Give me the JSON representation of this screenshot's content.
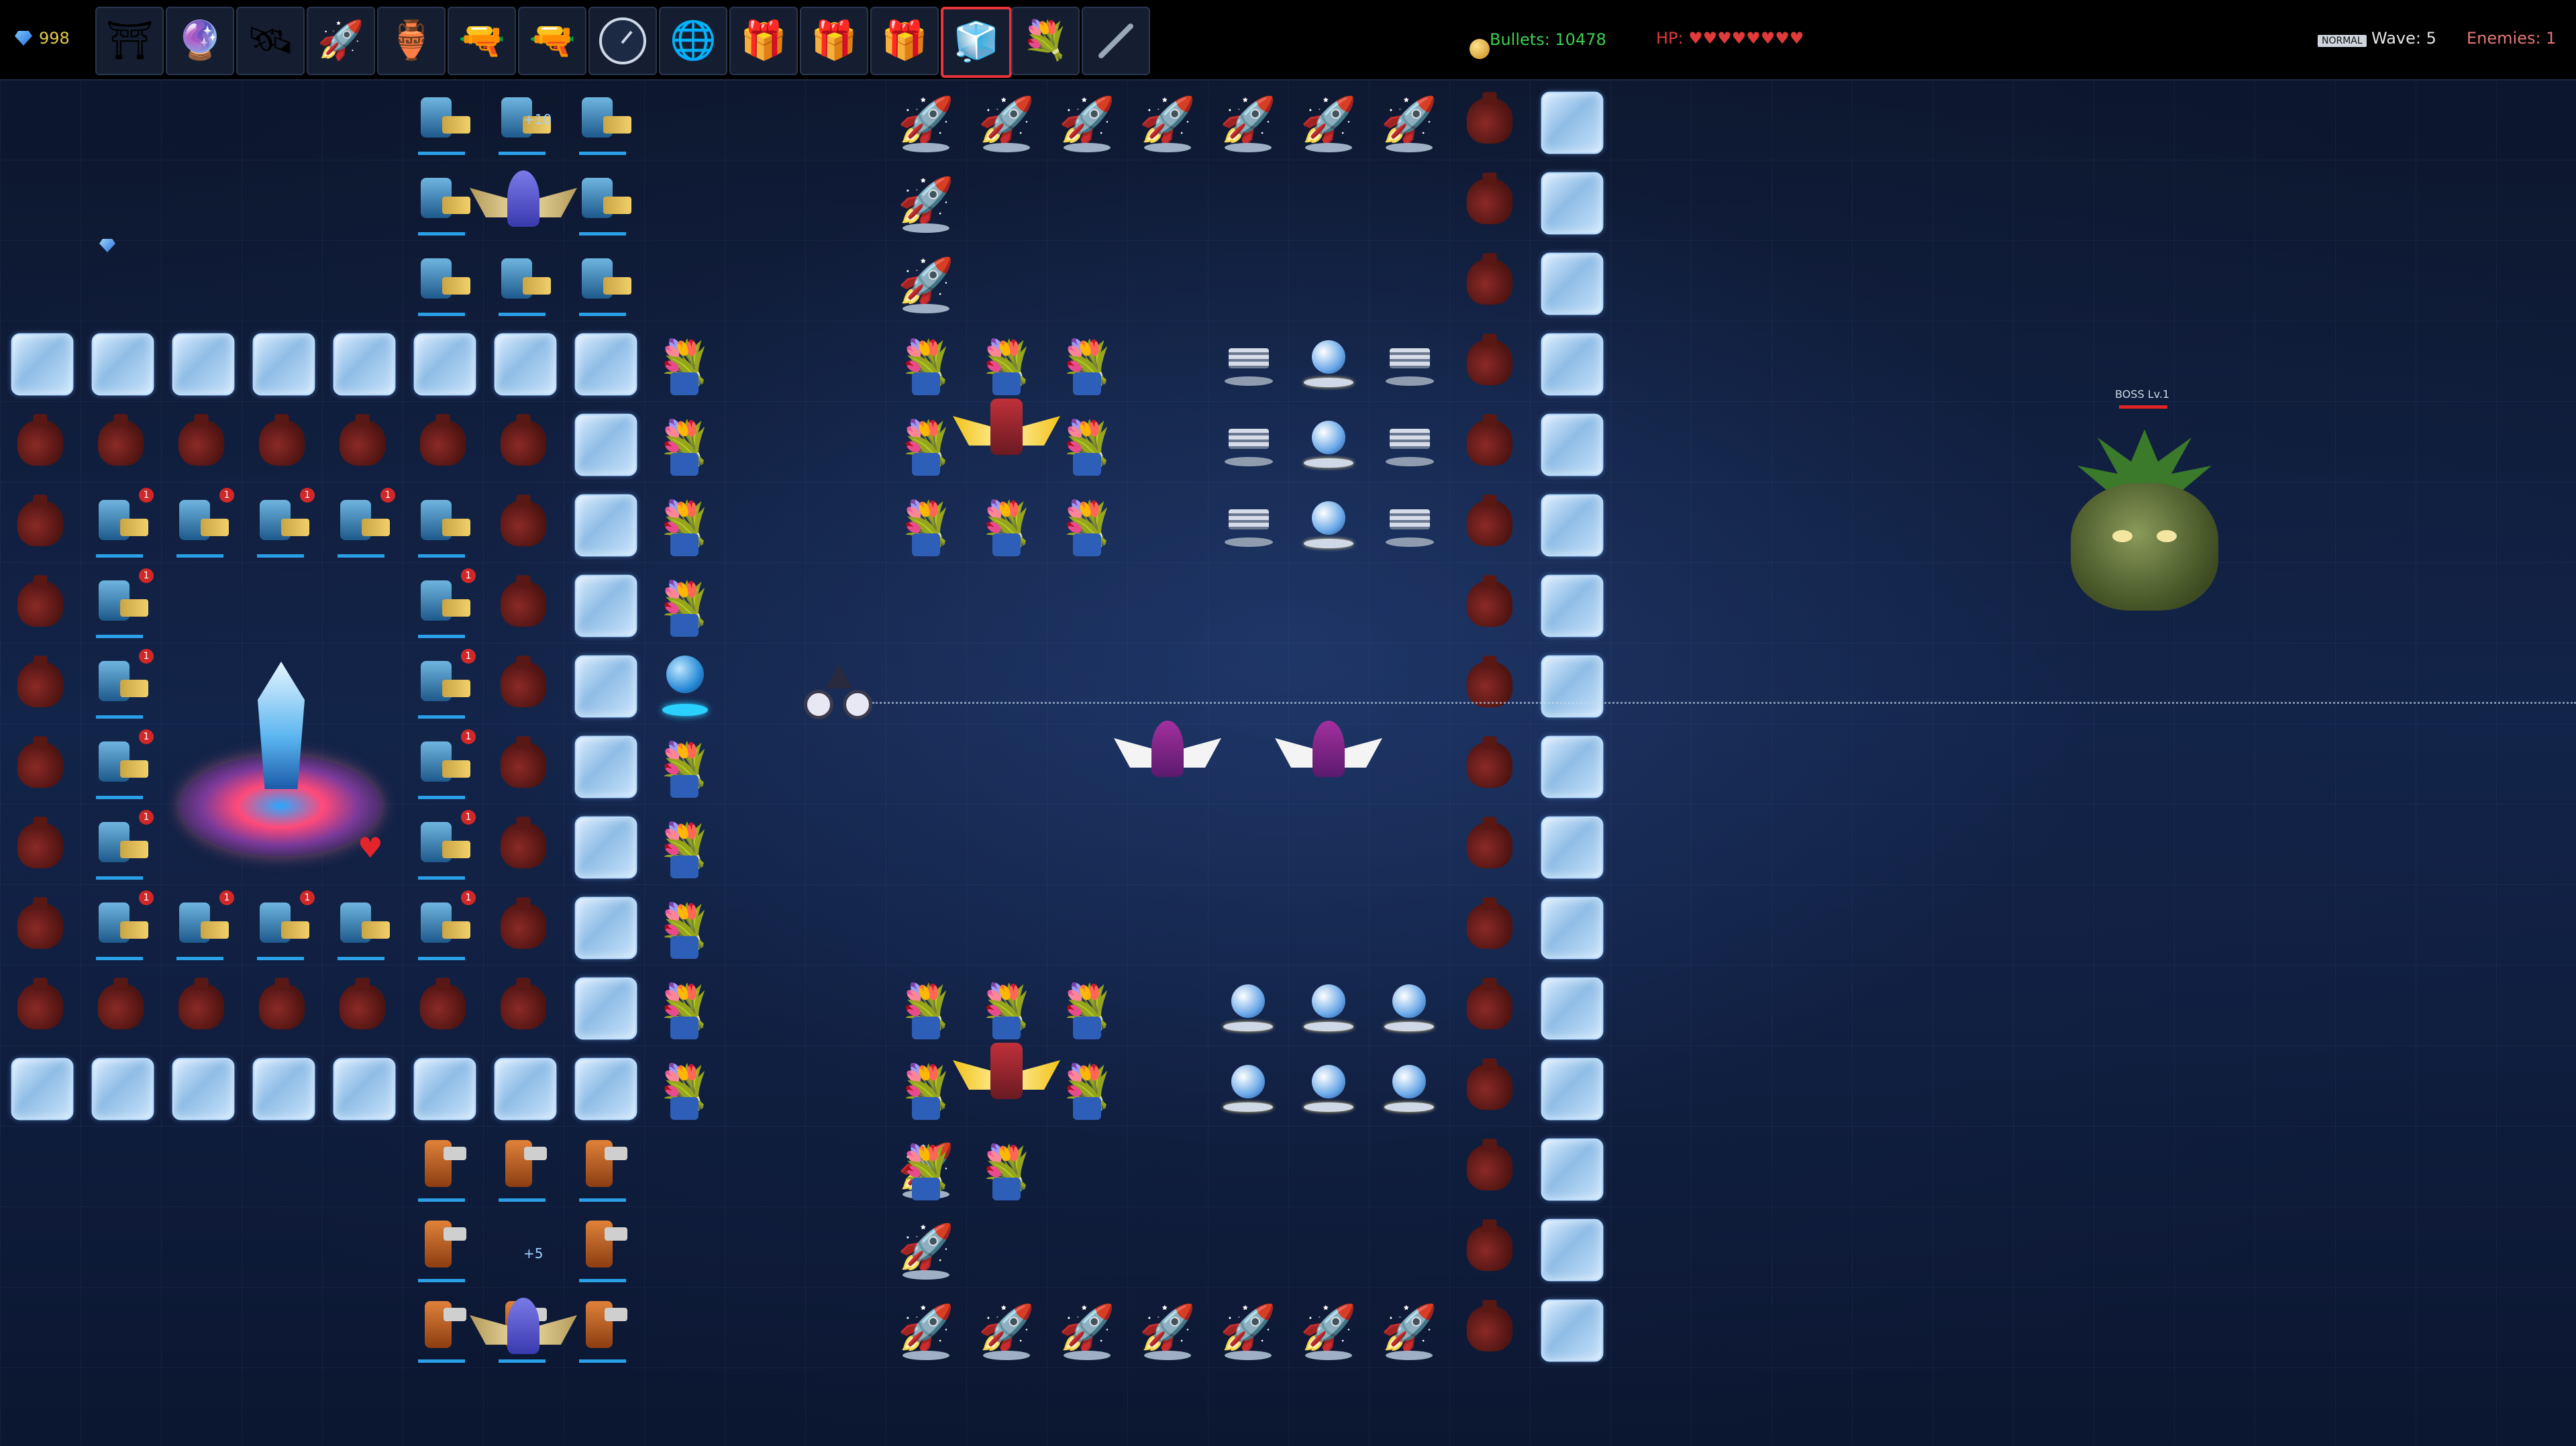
{
  "hud": {
    "gems": "998",
    "bullets": "Bullets: 10478",
    "hp": "HP: ♥♥♥♥♥♥♥♥",
    "difficulty": "NORMAL",
    "wave": "Wave: 5",
    "enemies": "Enemies: 1"
  },
  "toolbar": {
    "slots": [
      {
        "name": "dark-portal",
        "glyph": "⛩",
        "selected": false
      },
      {
        "name": "orb-turret",
        "glyph": "🔮",
        "selected": false
      },
      {
        "name": "rail-turret",
        "glyph": "🛰",
        "selected": false
      },
      {
        "name": "rocket-launcher",
        "glyph": "🚀",
        "selected": false
      },
      {
        "name": "clay-vase",
        "glyph": "🏺",
        "selected": false
      },
      {
        "name": "cannon",
        "glyph": "🔫",
        "selected": false
      },
      {
        "name": "gatling",
        "glyph": "🔫",
        "selected": false
      },
      {
        "name": "clock",
        "glyph": "",
        "selected": false
      },
      {
        "name": "globe",
        "glyph": "🌐",
        "selected": false
      },
      {
        "name": "gift-blue",
        "glyph": "🎁",
        "selected": false
      },
      {
        "name": "gift-gold",
        "glyph": "🎁",
        "selected": false
      },
      {
        "name": "gift-red",
        "glyph": "🎁",
        "selected": false
      },
      {
        "name": "ice-block",
        "glyph": "🧊",
        "selected": true
      },
      {
        "name": "flower-pot",
        "glyph": "💐",
        "selected": false
      },
      {
        "name": "pickaxe",
        "glyph": "",
        "selected": false
      }
    ]
  },
  "map_labels": {
    "gatling_bonus": "+10",
    "cannon_bonus": "+5"
  },
  "boss": {
    "label": "BOSS Lv.1"
  },
  "base": {
    "heart": "♥"
  }
}
